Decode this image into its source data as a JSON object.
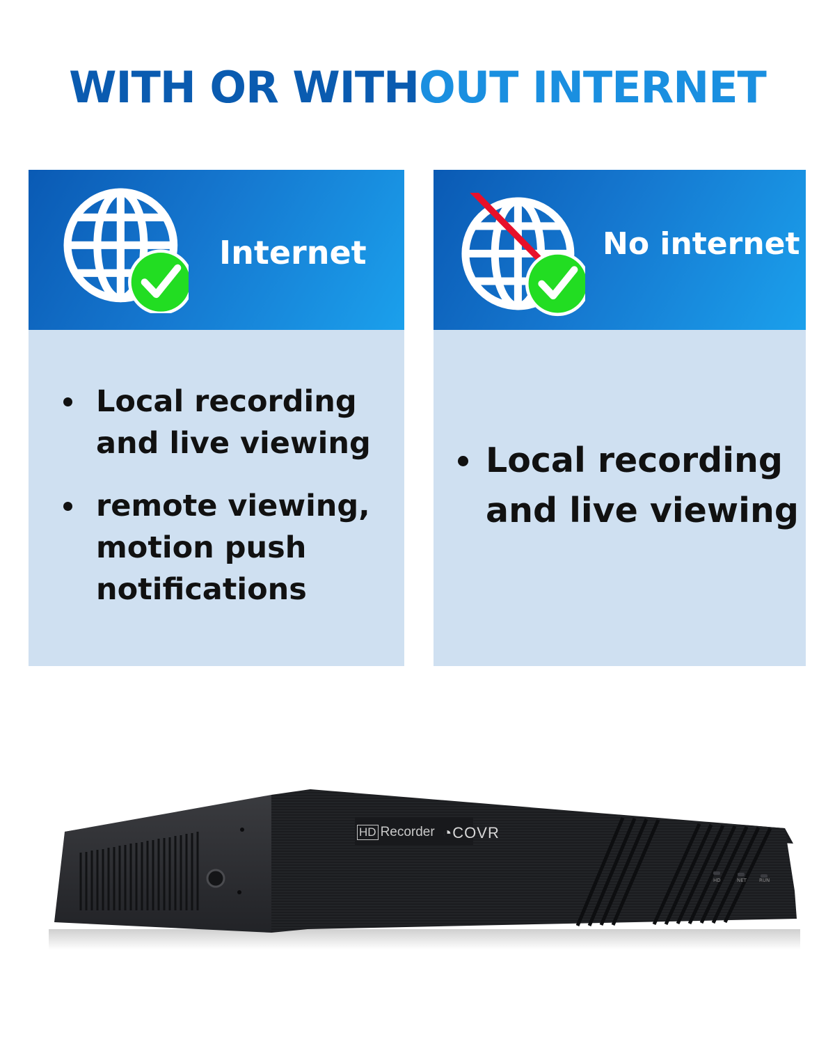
{
  "headline": {
    "part_1": "WITH OR WITH",
    "part_2": "OUT INTERNET"
  },
  "cards": [
    {
      "header_label": "Internet",
      "icon": "globe-check-icon",
      "features": [
        "Local recording and live viewing",
        "remote viewing, motion push notifications"
      ]
    },
    {
      "header_label": "No internet",
      "icon": "globe-crossed-check-icon",
      "features": [
        "Local recording and live viewing"
      ]
    }
  ],
  "product": {
    "badge": "HD",
    "label": "Recorder",
    "brand": "COVR",
    "leds": [
      "HD",
      "NET",
      "RUN"
    ]
  },
  "colors": {
    "headline_dark": "#0a5bb0",
    "headline_light": "#1a8fe0",
    "card_header": "#1577cf",
    "card_body": "#cfe0f1",
    "check_green": "#22dd22",
    "cross_red": "#e8102a"
  }
}
